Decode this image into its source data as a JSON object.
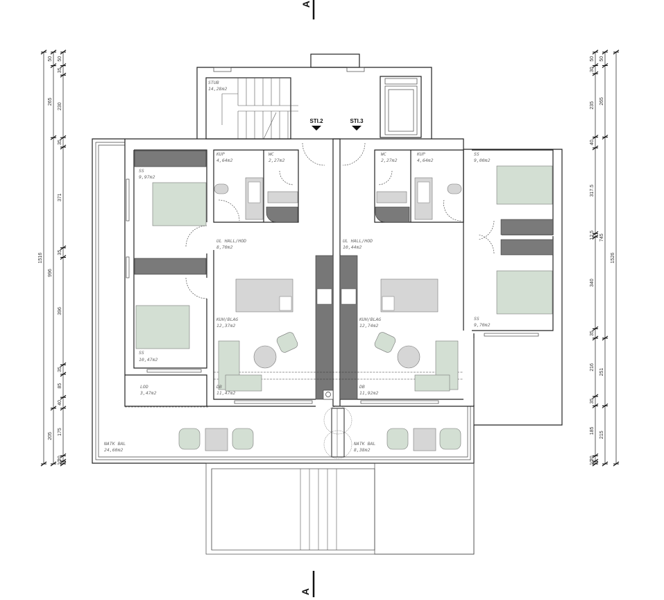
{
  "section_marker": {
    "top": "A",
    "bottom": "A"
  },
  "stair_labels": {
    "left": "STI.2",
    "right": "STI.3"
  },
  "rooms": {
    "stub": {
      "name": "STUB",
      "area": "14,28m2"
    },
    "left_unit": {
      "bedroom1": {
        "name": "SS",
        "area": "9,97m2"
      },
      "bathroom": {
        "name": "KUP",
        "area": "4,64m2"
      },
      "wc": {
        "name": "WC",
        "area": "2,27m2"
      },
      "hall": {
        "name": "UL HALL/HOD",
        "area": "8,70m2"
      },
      "kitchen": {
        "name": "KUH/BLAG",
        "area": "12,37m2"
      },
      "bedroom2": {
        "name": "SS",
        "area": "10,47m2"
      },
      "loggia": {
        "name": "LOD",
        "area": "3,47m2"
      },
      "living": {
        "name": "DB",
        "area": "11,47m2"
      },
      "terrace": {
        "name": "NATK BAL",
        "area": "24,60m2"
      }
    },
    "right_unit": {
      "hall": {
        "name": "UL HALL/HOD",
        "area": "10,44m2"
      },
      "wc": {
        "name": "WC",
        "area": "2,27m2"
      },
      "bathroom": {
        "name": "KUP",
        "area": "4,64m2"
      },
      "bedroom1": {
        "name": "SS",
        "area": "9,00m2"
      },
      "kitchen": {
        "name": "KUH/BLAG",
        "area": "12,74m2"
      },
      "bedroom2": {
        "name": "SS",
        "area": "9,70m2"
      },
      "living": {
        "name": "DB",
        "area": "11,92m2"
      },
      "terrace": {
        "name": "NATK BAL",
        "area": "8,38m2"
      }
    }
  },
  "dimensions": {
    "left_total": [
      "1516"
    ],
    "left_middle": [
      "50",
      "265",
      "996",
      "205"
    ],
    "left_inner": [
      "50",
      "35",
      "230",
      "35",
      "371",
      "35",
      "396",
      "35",
      "85",
      "40",
      "175",
      "20",
      "10"
    ],
    "right_inner": [
      "50",
      "30",
      "235",
      "40",
      "317.5",
      "12.5",
      "340",
      "35",
      "216",
      "35",
      "185",
      "20",
      "10"
    ],
    "right_middle": [
      "50",
      "265",
      "745",
      "251",
      "215"
    ],
    "right_total": [
      "1526"
    ]
  },
  "colors": {
    "wall": "#222222",
    "furniture_green": "#d3dfd3",
    "fixture_dark": "#7a7a7a",
    "fixture_grey": "#d6d6d6"
  }
}
